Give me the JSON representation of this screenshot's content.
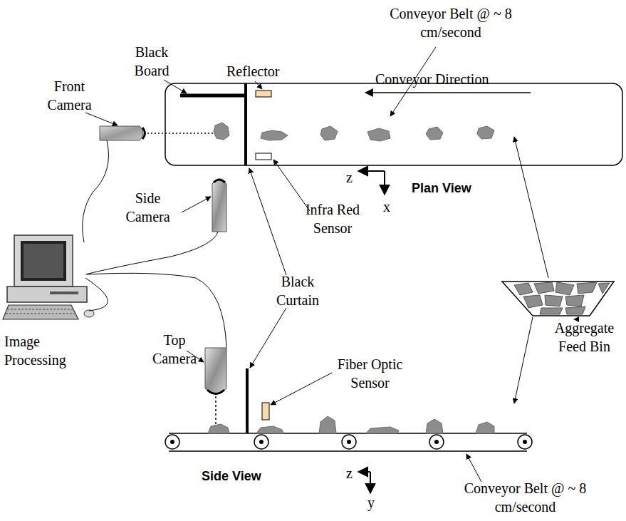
{
  "diagram": {
    "labels": [
      "Conveyor Belt @ ~ 8 cm/second",
      "Black Board",
      "Reflector",
      "Conveyor Direction",
      "Front Camera",
      "z",
      "x",
      "Plan View",
      "Side Camera",
      "Infra Red Sensor",
      "Black Curtain",
      "Image Processing",
      "Aggregate Feed Bin",
      "Top Camera",
      "Fiber Optic Sensor",
      "z",
      "y",
      "Side View",
      "Conveyor Belt @ ~ 8 cm/second"
    ]
  }
}
